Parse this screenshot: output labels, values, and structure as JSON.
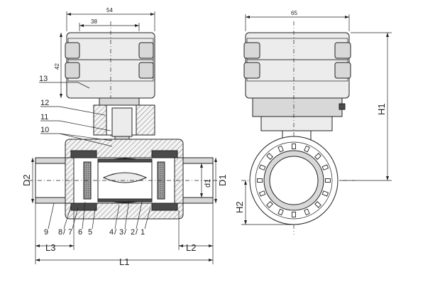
{
  "dimensions": {
    "top_width": "54",
    "top_inner_width": "38",
    "height_small": "42",
    "right_width": "65",
    "H1": "H1",
    "H2": "H2",
    "D1": "D1",
    "D2": "D2",
    "d1": "d1",
    "L1": "L1",
    "L2": "L2",
    "L3": "L3"
  },
  "part_labels": {
    "p13": "13",
    "p12": "12",
    "p11": "11",
    "p10": "10",
    "p9": "9",
    "p8": "8",
    "p7": "7",
    "p6": "6",
    "p5": "5",
    "p4": "4",
    "p3": "3",
    "p2": "2",
    "p1": "1"
  }
}
